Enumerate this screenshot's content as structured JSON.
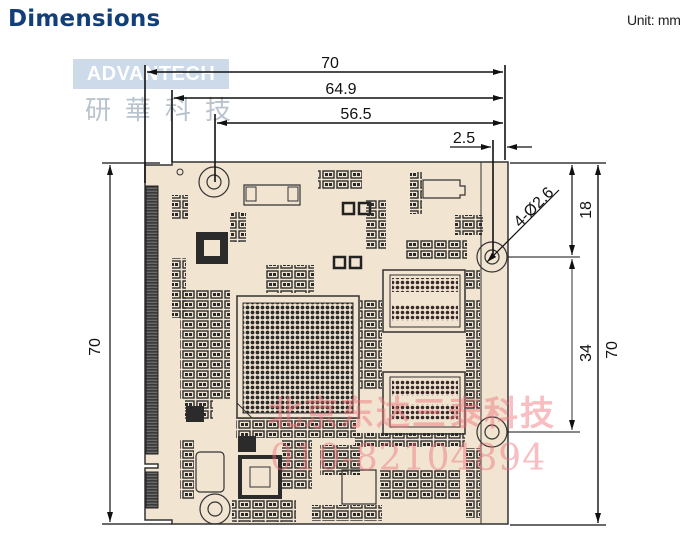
{
  "header": {
    "title": "Dimensions",
    "unit_label": "Unit: mm"
  },
  "watermarks": {
    "logo_text": "ADVANTECH",
    "chinese_name": "研華科技",
    "red_overlay_text": "北京东达三泰科技",
    "red_overlay_phone": "010-82104894"
  },
  "dimensions": {
    "top": [
      {
        "label": "70",
        "meaning": "overall board width"
      },
      {
        "label": "64.9",
        "meaning": "connector edge to right edge"
      },
      {
        "label": "56.5",
        "meaning": "mounting hole to right edge"
      },
      {
        "label": "2.5",
        "meaning": "mounting hole offset from right edge"
      }
    ],
    "hole_callout": "4-Ø2.6",
    "right": [
      {
        "label": "18",
        "meaning": "top edge to upper mounting hole"
      },
      {
        "label": "34",
        "meaning": "between right mounting holes"
      },
      {
        "label": "70",
        "meaning": "overall board height"
      }
    ],
    "left": [
      {
        "label": "70",
        "meaning": "overall board height"
      }
    ]
  },
  "board": {
    "pcb_color": "#f1e4d1",
    "outline_color": "#333333",
    "component_color": "#2b2b2b",
    "mounting_holes": 4,
    "components": [
      "edge-connector",
      "cpu-bga",
      "memory-chip-top",
      "memory-chip-bottom",
      "qfn-chip-top-left",
      "qfn-chip-bottom-left",
      "fpc-connector"
    ]
  }
}
